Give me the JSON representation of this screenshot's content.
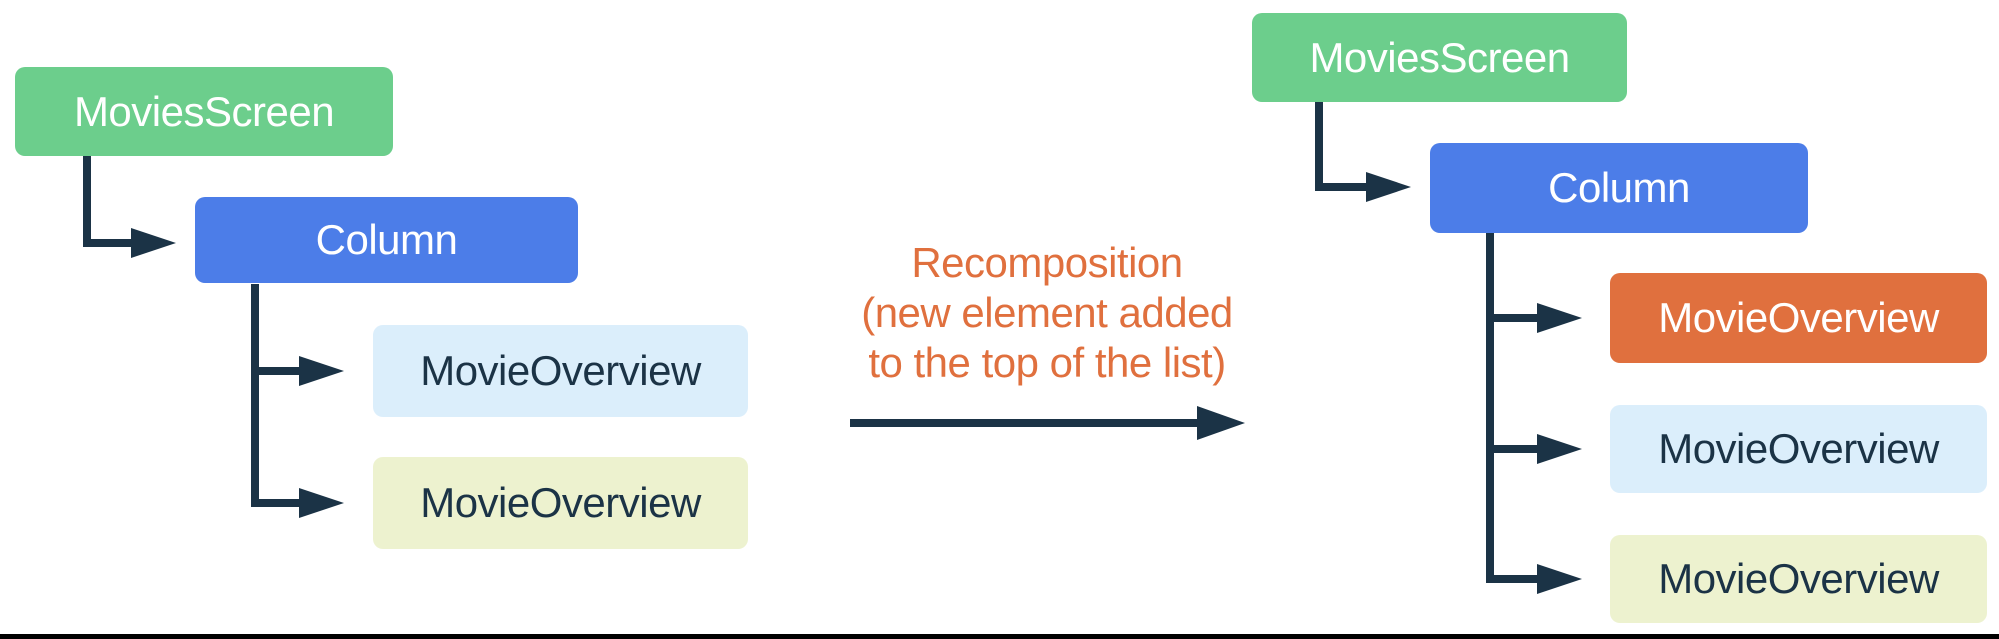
{
  "diagram": {
    "title_hint": "Compose recomposition tree diagram",
    "background": "#ffffff",
    "connector_color": "#1b3346",
    "annotation": {
      "color": "#e0703e",
      "line1": "Recomposition",
      "line2": "(new element added",
      "line3": "to the top of the list)"
    },
    "left_tree": {
      "nodes": [
        {
          "id": "movies-screen",
          "label": "MoviesScreen",
          "color": "#6cce8c"
        },
        {
          "id": "column",
          "label": "Column",
          "color": "#4c7de8"
        },
        {
          "id": "movie-overview-1",
          "label": "MovieOverview",
          "color": "#dbeefb"
        },
        {
          "id": "movie-overview-2",
          "label": "MovieOverview",
          "color": "#edf2cf"
        }
      ]
    },
    "right_tree": {
      "nodes": [
        {
          "id": "movies-screen",
          "label": "MoviesScreen",
          "color": "#6cce8c"
        },
        {
          "id": "column",
          "label": "Column",
          "color": "#4c7de8"
        },
        {
          "id": "movie-overview-new",
          "label": "MovieOverview",
          "color": "#e0703e",
          "highlighted": true
        },
        {
          "id": "movie-overview-1",
          "label": "MovieOverview",
          "color": "#dbeefb"
        },
        {
          "id": "movie-overview-2",
          "label": "MovieOverview",
          "color": "#edf2cf"
        }
      ]
    }
  }
}
